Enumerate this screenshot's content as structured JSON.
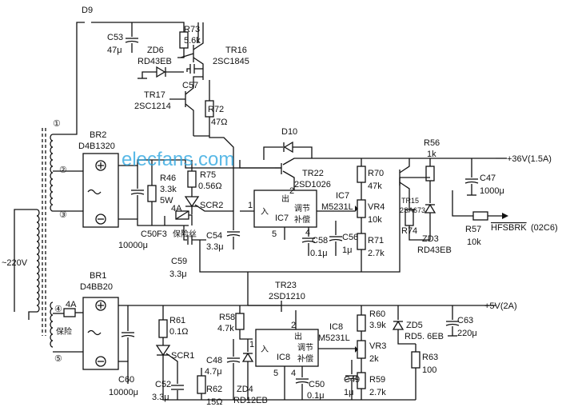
{
  "watermark": "elecfans.com",
  "mains": "~220V",
  "upper_supply": {
    "windings": [
      "①",
      "②",
      "③"
    ],
    "bridge": {
      "ref": "BR2",
      "part": "D4B1320"
    },
    "c50": {
      "ref": "C50",
      "value": "10000μ"
    },
    "r46": {
      "ref": "R46",
      "value": "3.3k",
      "rating": "5W"
    },
    "r75": {
      "ref": "R75",
      "value": "0.56Ω"
    },
    "scr2": "SCR2",
    "fuse": {
      "rating": "4A",
      "ref": "F3",
      "label": "保险丝"
    },
    "c54": {
      "ref": "C54",
      "value": "3.3μ"
    },
    "c59": {
      "ref": "C59",
      "value": "3.3μ"
    },
    "d9": "D9",
    "c53": {
      "ref": "C53",
      "value": "47μ"
    },
    "zd6": {
      "ref": "ZD6",
      "part": "RD43EB"
    },
    "r73": {
      "ref": "R73",
      "value": "5.6k"
    },
    "tr16": {
      "ref": "TR16",
      "part": "2SC1845"
    },
    "c57": "C57",
    "tr17": {
      "ref": "TR17",
      "part": "2SC1214"
    },
    "r72": {
      "ref": "R72",
      "value": "47Ω"
    },
    "d10": "D10",
    "tr22": {
      "ref": "TR22",
      "part": "2SD1026"
    },
    "ic7": {
      "ref": "IC7",
      "part": "M5231L",
      "in_label": "入",
      "out_label": "出",
      "reg_label": "调节",
      "comp_label": "补偿",
      "pins": [
        "1",
        "2",
        "5",
        "4"
      ]
    },
    "r70": {
      "ref": "R70",
      "value": "47k"
    },
    "vr4": {
      "ref": "VR4",
      "value": "10k"
    },
    "r71": {
      "ref": "R71",
      "value": "2.7k"
    },
    "c58": {
      "ref": "C58",
      "value": "0.1μ"
    },
    "c56": {
      "ref": "C56",
      "value": "1μ"
    },
    "r56": {
      "ref": "R56",
      "value": "1k"
    },
    "tr15": {
      "ref": "TR15",
      "part": "2SA673"
    },
    "r74": "R74",
    "zd3": {
      "ref": "ZD3",
      "part": "RD43EB"
    },
    "r57": {
      "ref": "R57",
      "value": "10k"
    },
    "signal_name": "HFSBRK",
    "signal_code": "(02C6)",
    "c47": {
      "ref": "C47",
      "value": "1000μ"
    },
    "output": "+36V(1.5A)"
  },
  "lower_supply": {
    "windings": [
      "④",
      "⑤"
    ],
    "fuse": {
      "rating": "4A",
      "label": "保险"
    },
    "bridge": {
      "ref": "BR1",
      "part": "D4BB20"
    },
    "c60": {
      "ref": "C60",
      "value": "10000μ"
    },
    "r61": {
      "ref": "R61",
      "value": "0.1Ω"
    },
    "scr1": "SCR1",
    "c52": {
      "ref": "C52",
      "value": "3.3μ"
    },
    "r62": {
      "ref": "R62",
      "value": "15Ω"
    },
    "tr23": {
      "ref": "TR23",
      "part": "2SD1210"
    },
    "r58": {
      "ref": "R58",
      "value": "4.7k"
    },
    "c48": {
      "ref": "C48",
      "value": "4.7μ"
    },
    "zd4": {
      "ref": "ZD4",
      "part": "RD12EB"
    },
    "ic8": {
      "ref": "IC8",
      "part": "M5231L",
      "in_label": "入",
      "out_label": "出",
      "reg_label": "调节",
      "comp_label": "补偿",
      "pins": [
        "1",
        "2",
        "5",
        "4"
      ]
    },
    "c50b": {
      "ref": "C50",
      "value": "0.1μ"
    },
    "r60": {
      "ref": "R60",
      "value": "3.9k"
    },
    "vr3": {
      "ref": "VR3",
      "value": "2k"
    },
    "r59": {
      "ref": "R59",
      "value": "2.7k"
    },
    "c49": {
      "ref": "C49",
      "value": "1μ"
    },
    "zd5": {
      "ref": "ZD5",
      "part": "RD5. 6EB"
    },
    "r63": {
      "ref": "R63",
      "value": "100"
    },
    "c63": {
      "ref": "C63",
      "value": "220μ"
    },
    "output": "+5V(2A)"
  }
}
